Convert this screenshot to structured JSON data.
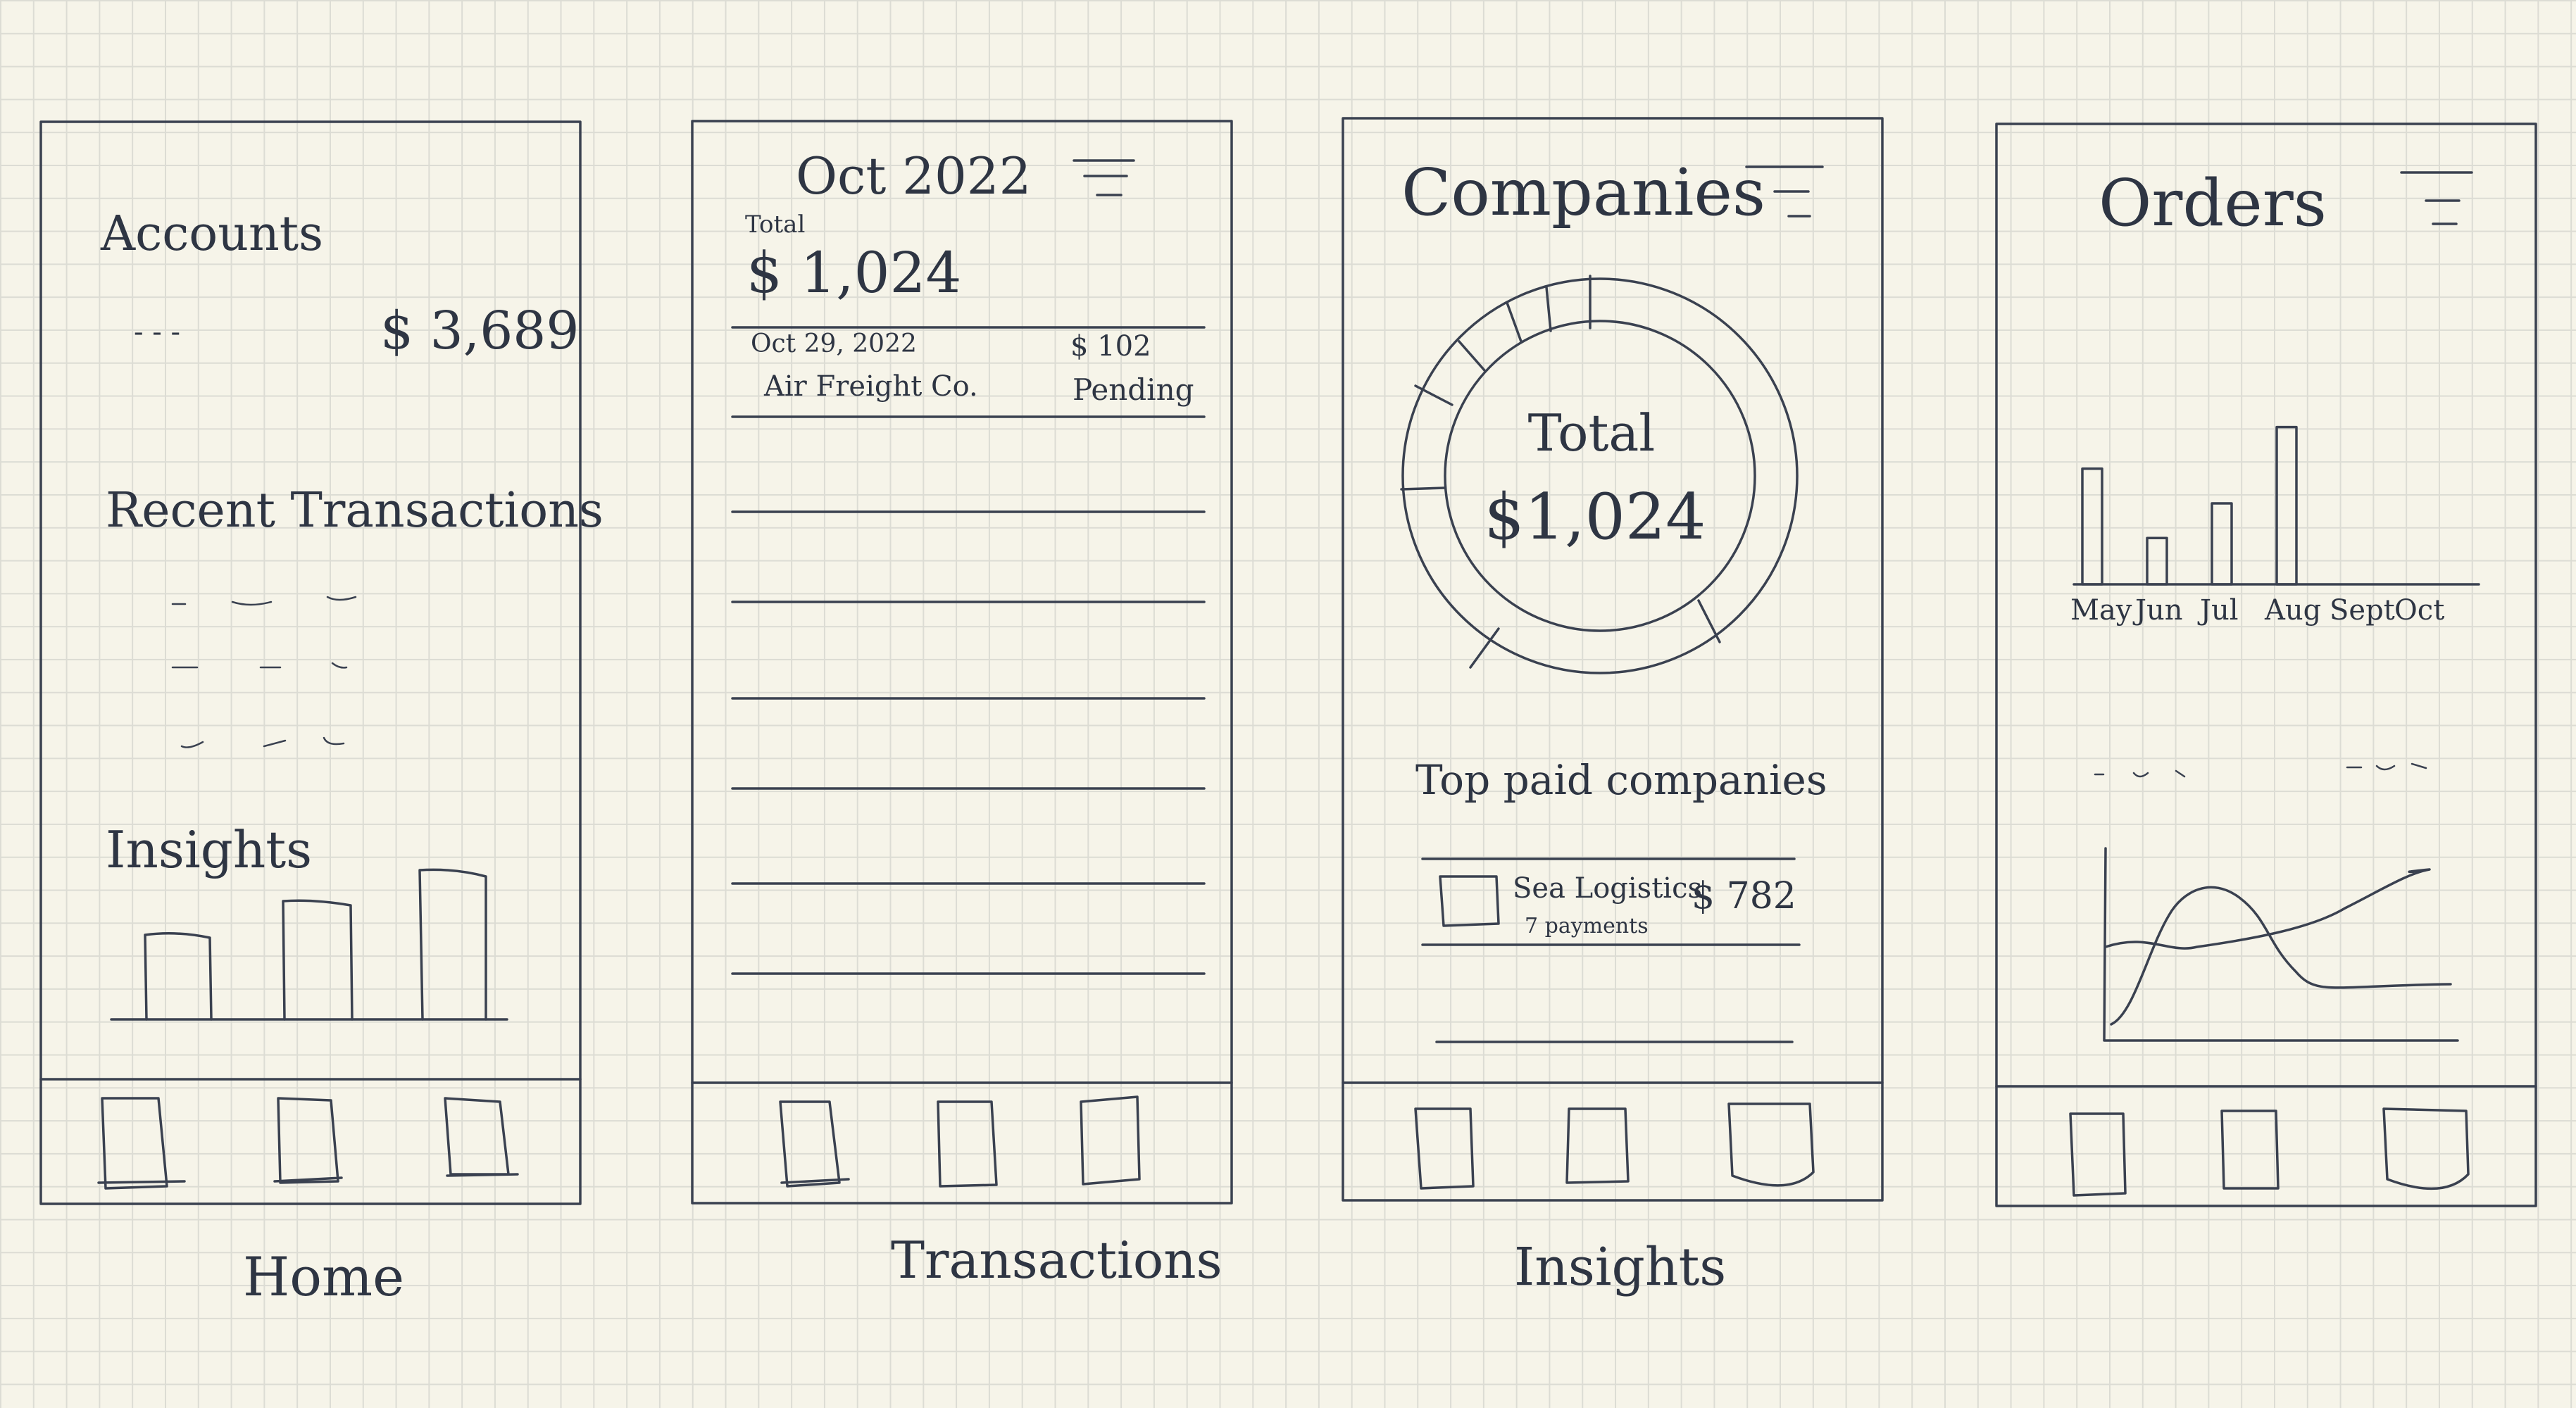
{
  "screens": {
    "home": {
      "caption": "Home",
      "accounts_title": "Accounts",
      "accounts_placeholder": "- - -",
      "accounts_amount": "$ 3,689",
      "recent_title": "Recent Transactions",
      "insights_title": "Insights"
    },
    "transactions": {
      "caption": "Transactions",
      "month": "Oct 2022",
      "total_label": "Total",
      "total_amount": "$ 1,024",
      "row_date": "Oct 29, 2022",
      "row_merchant": "Air Freight Co.",
      "row_amount": "$ 102",
      "row_status": "Pending"
    },
    "companies": {
      "caption": "Insights",
      "title": "Companies",
      "donut_label": "Total",
      "donut_amount": "$1,024",
      "top_title": "Top paid companies",
      "company_name": "Sea Logistics",
      "company_payments": "7 payments",
      "company_amount": "$ 782"
    },
    "orders": {
      "title": "Orders"
    }
  },
  "icons": {
    "menu": "filter-menu-icon",
    "tab": "tab-square-icon"
  },
  "chart_data": [
    {
      "type": "bar",
      "categories": [
        "May",
        "Jun",
        "Jul",
        "Aug",
        "Sept",
        "Oct"
      ],
      "values": [
        5.0,
        2.0,
        3.5,
        6.8,
        0,
        0
      ]
    }
  ]
}
